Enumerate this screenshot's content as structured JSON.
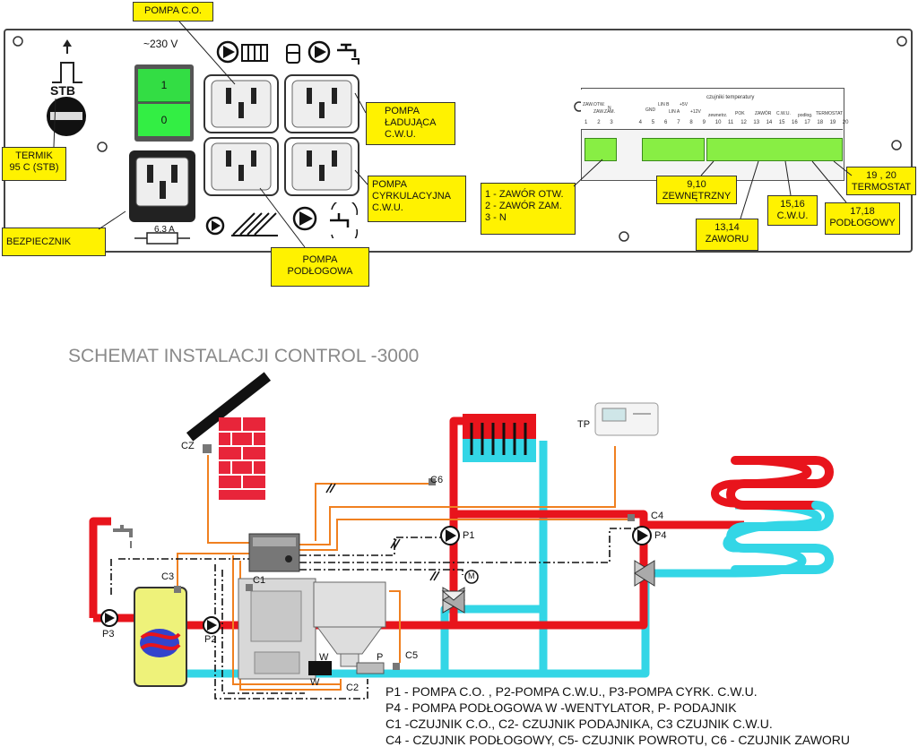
{
  "panel": {
    "voltage": "~230 V",
    "stb": "STB",
    "switch_on": "1",
    "switch_off": "0",
    "fuse_rating": "6,3 A",
    "callouts": {
      "pompa_co": "POMPA C.O.",
      "pompa_ladujaca": [
        "POMPA",
        "ŁADUJĄCA",
        "C.W.U."
      ],
      "pompa_cyrkulacyjna": [
        "POMPA",
        "CYRKULACYJNA",
        "C.W.U."
      ],
      "pompa_podlogowa": [
        "POMPA",
        "PODŁOGOWA"
      ],
      "termik": [
        "TERMIK",
        "95 C  (STB)"
      ],
      "bezpiecznik": "BEZPIECZNIK",
      "zawor_otw": [
        "1 - ZAWÓR OTW.",
        "2 - ZAWÓR ZAM.",
        "3 - N"
      ],
      "zewnetrzny": [
        "9,10",
        "ZEWNĘTRZNY"
      ],
      "zaworu": [
        "13,14",
        "ZAWORU"
      ],
      "cwu": [
        "15,16",
        "C.W.U."
      ],
      "podlogowy": [
        "17,18",
        "PODŁOGOWY"
      ],
      "termostat": [
        "19 , 20",
        "TERMOSTAT"
      ]
    },
    "terminal": {
      "header": "czujniki temperatury",
      "group_labels": [
        "ZAW.OTW.",
        "ZAW.ZAM.",
        "N",
        "GND",
        "LIN B",
        "LIN A",
        "+5V",
        "+12V",
        "zewnetrz.",
        "POK",
        "ZAWÓR",
        "C.W.U.",
        "podłog.",
        "TERMOSTAT"
      ],
      "numbers": [
        "1",
        "2",
        "3",
        "4",
        "5",
        "6",
        "7",
        "8",
        "9",
        "10",
        "11",
        "12",
        "13",
        "14",
        "15",
        "16",
        "17",
        "18",
        "19",
        "20"
      ]
    }
  },
  "schematic": {
    "title": "SCHEMAT INSTALACJI CONTROL -3000",
    "labels": {
      "cz": "CZ",
      "tp": "TP",
      "c6": "C6",
      "c4": "C4",
      "c3": "C3",
      "c1": "C1",
      "c2": "C2",
      "c5": "C5",
      "p1": "P1",
      "p2": "P2",
      "p3": "P3",
      "p4": "P4",
      "w": "W",
      "w2": "W",
      "p": "P",
      "m": "M"
    },
    "legend": [
      "P1 - POMPA C.O. , P2-POMPA C.W.U., P3-POMPA CYRK. C.W.U.",
      "P4 - POMPA PODŁOGOWA W -WENTYLATOR, P- PODAJNIK",
      "C1 -CZUJNIK C.O., C2- CZUJNIK PODAJNIKA, C3 CZUJNIK C.W.U.",
      "C4 - CZUJNIK PODŁOGOWY, C5- CZUJNIK POWROTU, C6 - CZUJNIK ZAWORU"
    ]
  },
  "colors": {
    "supply": "#e8141c",
    "return": "#33d6e6",
    "sensor_wire": "#f08020",
    "callout_bg": "#fff200",
    "switch_green": "#33dd44",
    "chimney": "#e8253a",
    "terminal_green": "#88ee44"
  },
  "icons": [
    "pump-icon",
    "radiator-icon",
    "tap-icon",
    "sensor-icon",
    "fuse-icon",
    "ac-socket-icon",
    "fan-icon",
    "valve-icon"
  ]
}
